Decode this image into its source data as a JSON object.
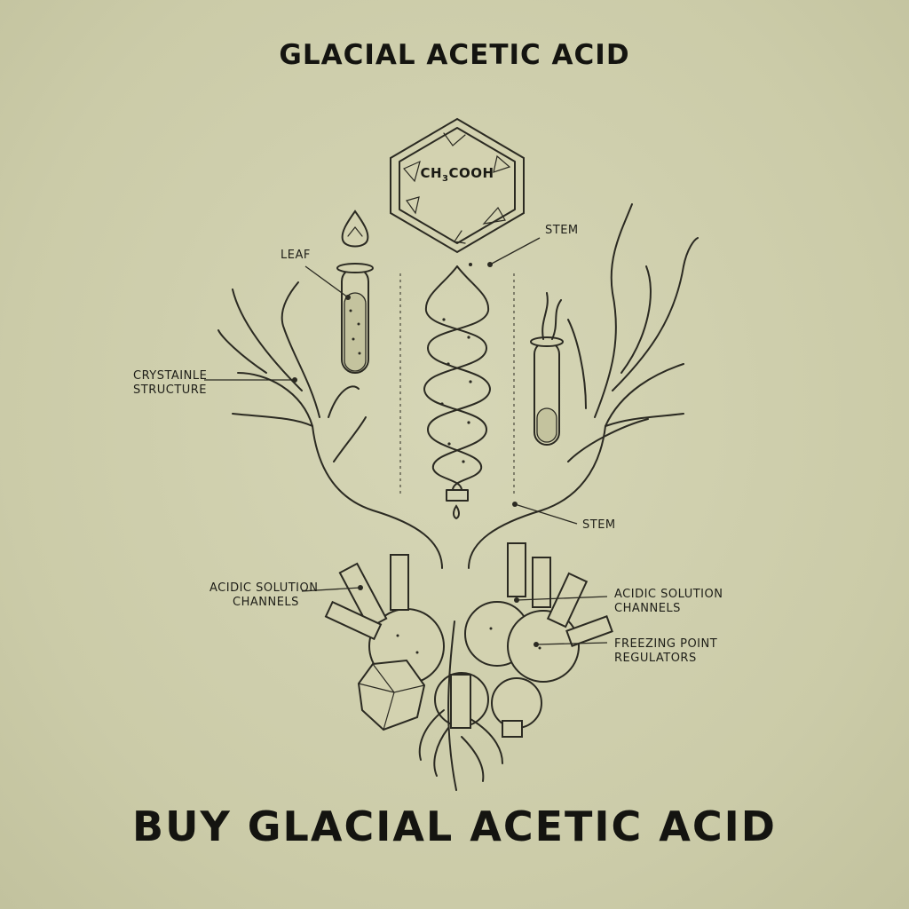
{
  "title_top": "GLACIAL ACETIC ACID",
  "title_bottom": "BUY GLACIAL ACETIC ACID",
  "formula": {
    "prefix": "CH",
    "subscript": "3",
    "suffix": "COOH"
  },
  "labels": {
    "leaf": "LEAF",
    "stem_top": "STEM",
    "crystalline_line1": "CRYSTAINLE",
    "crystalline_line2": "STRUCTURE",
    "stem_right": "STEM",
    "acidic_left_line1": "ACIDIC SOLUTION",
    "acidic_left_line2": "CHANNELS",
    "acidic_right_line1": "ACIDIC SOLUTION",
    "acidic_right_line2": "CHANNELS",
    "freezing_line1": "FREEZING POINT",
    "freezing_line2": "REGULATORS"
  },
  "colors": {
    "background": "#cfcfad",
    "ink": "#2b2a22"
  },
  "icons": [
    "hexagon-crystal-icon",
    "droplet-icon",
    "test-tube-icon",
    "helix-icon",
    "tree-branches-icon",
    "flask-cluster-icon",
    "roots-icon"
  ]
}
